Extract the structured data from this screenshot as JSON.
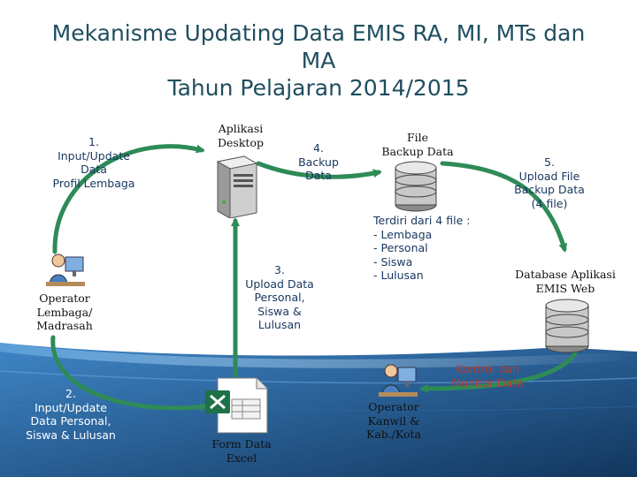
{
  "title": {
    "line1": "Mekanisme Updating Data EMIS RA, MI, MTs dan",
    "line2": "MA",
    "line3": "Tahun Pelajaran 2014/2015"
  },
  "labels": {
    "step1": "1.\nInput/Update\nData\nProfil Lembaga",
    "aplikasi_desktop": "Aplikasi\nDesktop",
    "step4": "4.\nBackup\nData",
    "file_backup": "File\nBackup Data",
    "step5": "5.\nUpload File\nBackup Data\n(4 file)",
    "file_list_title": "Terdiri dari 4 file :",
    "file_list_items": [
      "- Lembaga",
      "- Personal",
      "- Siswa",
      "- Lulusan"
    ],
    "operator_lembaga": "Operator\nLembaga/\nMadrasah",
    "step3": "3.\nUpload Data\nPersonal,\nSiswa &\nLulusan",
    "database_web": "Database Aplikasi\nEMIS Web",
    "step2": "2.\nInput/Update\nData Personal,\nSiswa & Lulusan",
    "form_data": "Form Data\nExcel",
    "operator_kanwil": "Operator\nKanwil &\nKab./Kota",
    "kontrol": "Kontrol dan\nMonitor Data"
  },
  "icons": {
    "server": "server-icon",
    "database": "database-icon",
    "user": "operator-icon",
    "excel": "excel-file-icon"
  },
  "colors": {
    "arrow": "#2e8b57",
    "title": "#1f4e5f",
    "text": "#17375e",
    "swoosh_dark": "#1c4f87",
    "swoosh_light": "#3f86c7"
  }
}
